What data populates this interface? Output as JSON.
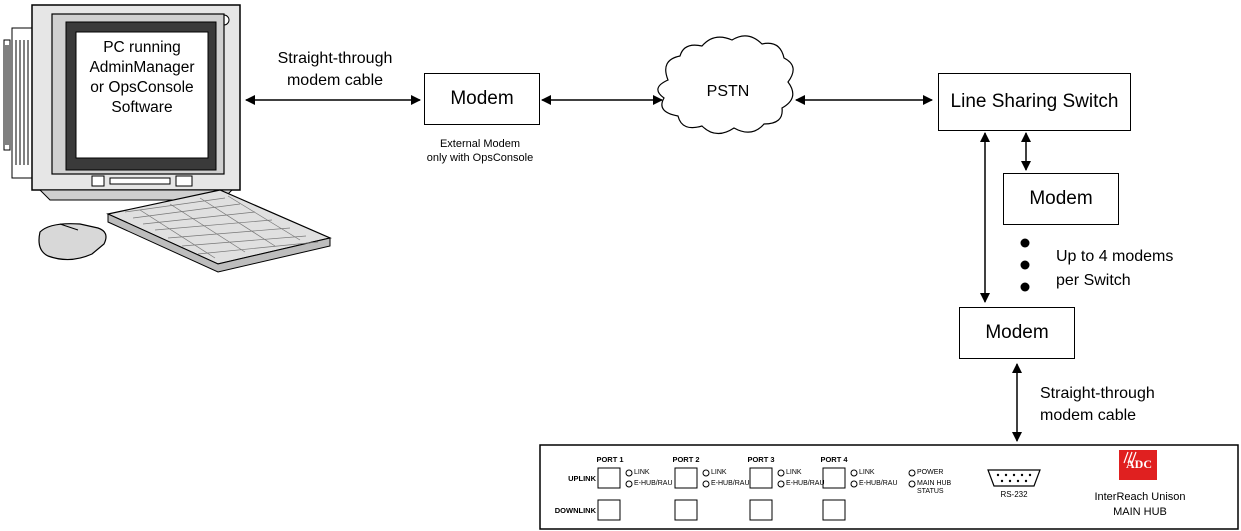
{
  "pc": {
    "label_lines": [
      "PC running",
      "AdminManager",
      "or OpsConsole",
      "Software"
    ]
  },
  "cable_top": {
    "line1": "Straight-through",
    "line2": "modem cable"
  },
  "modem_top": {
    "label": "Modem",
    "note_line1": "External Modem",
    "note_line2": "only with OpsConsole"
  },
  "pstn": {
    "label": "PSTN"
  },
  "switch": {
    "label": "Line Sharing Switch"
  },
  "modem_right": {
    "label": "Modem"
  },
  "modem_count": {
    "line1": "Up to 4 modems",
    "line2": "per Switch"
  },
  "modem_bottom": {
    "label": "Modem"
  },
  "cable_bottom": {
    "line1": "Straight-through",
    "line2": "modem cable"
  },
  "main_hub": {
    "ports": [
      "PORT 1",
      "PORT 2",
      "PORT 3",
      "PORT 4"
    ],
    "uplink": "UPLINK",
    "downlink": "DOWNLINK",
    "led_link": "LINK",
    "led_ehub": "E-HUB/RAU",
    "power": "POWER",
    "status_line1": "MAIN HUB",
    "status_line2": "STATUS",
    "rs232": "RS-232",
    "logo": "ADC",
    "name_line1": "InterReach Unison",
    "name_line2": "MAIN HUB"
  }
}
